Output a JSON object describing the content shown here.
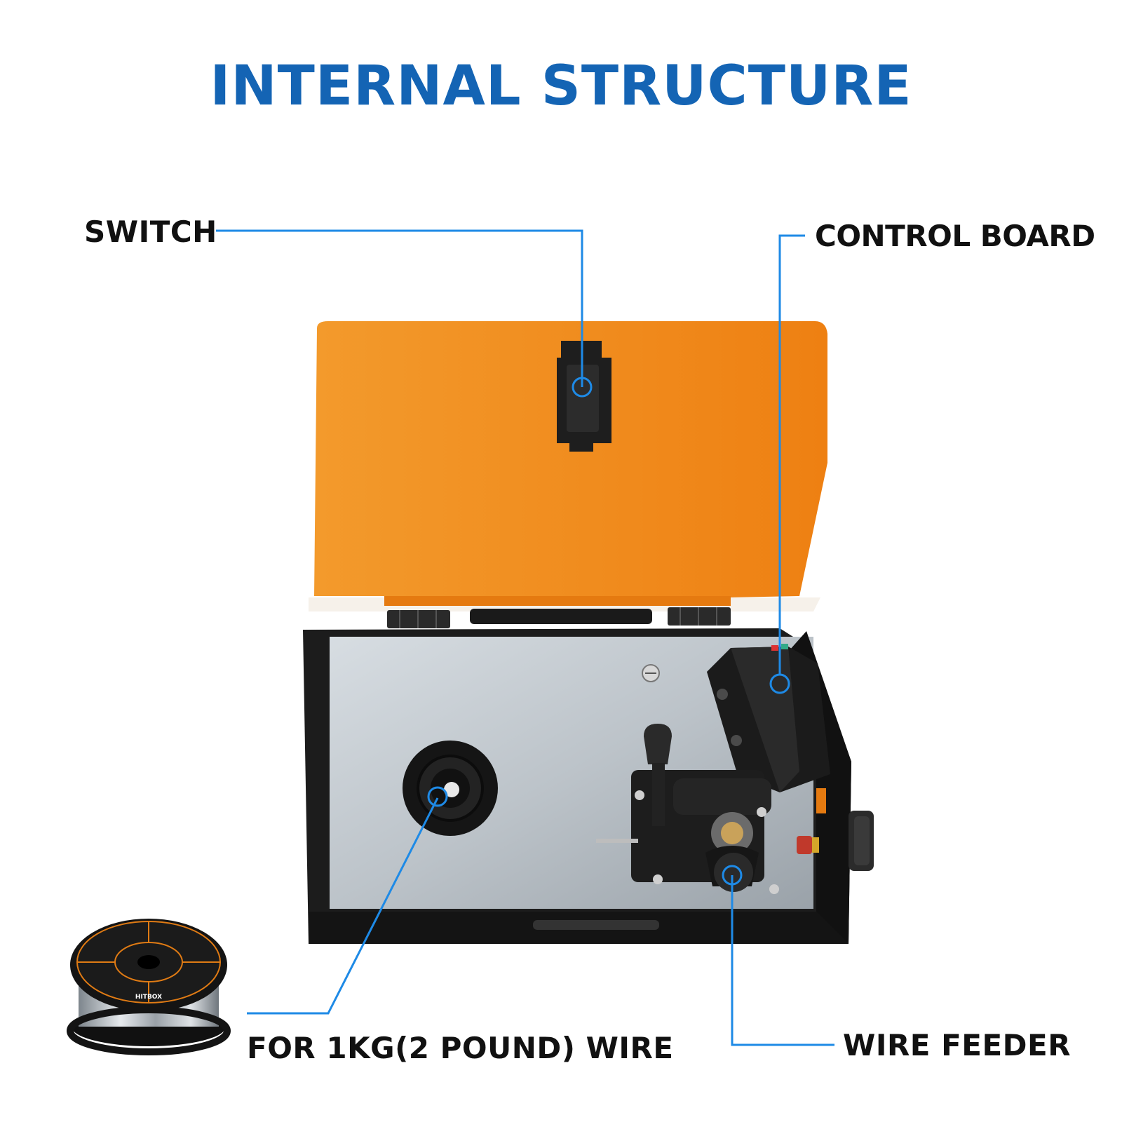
{
  "title": "INTERNAL STRUCTURE",
  "colors": {
    "title": "#1464b4",
    "callout_line": "#1e8ae6",
    "lid_orange": "#f28a1c",
    "case_black": "#1c1c1c",
    "panel_silver": "#b9c0c6"
  },
  "callouts": {
    "switch": "SWITCH",
    "control_board": "CONTROL BOARD",
    "wire_spool": "FOR 1KG(2 POUND) WIRE",
    "wire_feeder": "WIRE FEEDER"
  },
  "spool_label": {
    "brand": "HITBOX"
  }
}
